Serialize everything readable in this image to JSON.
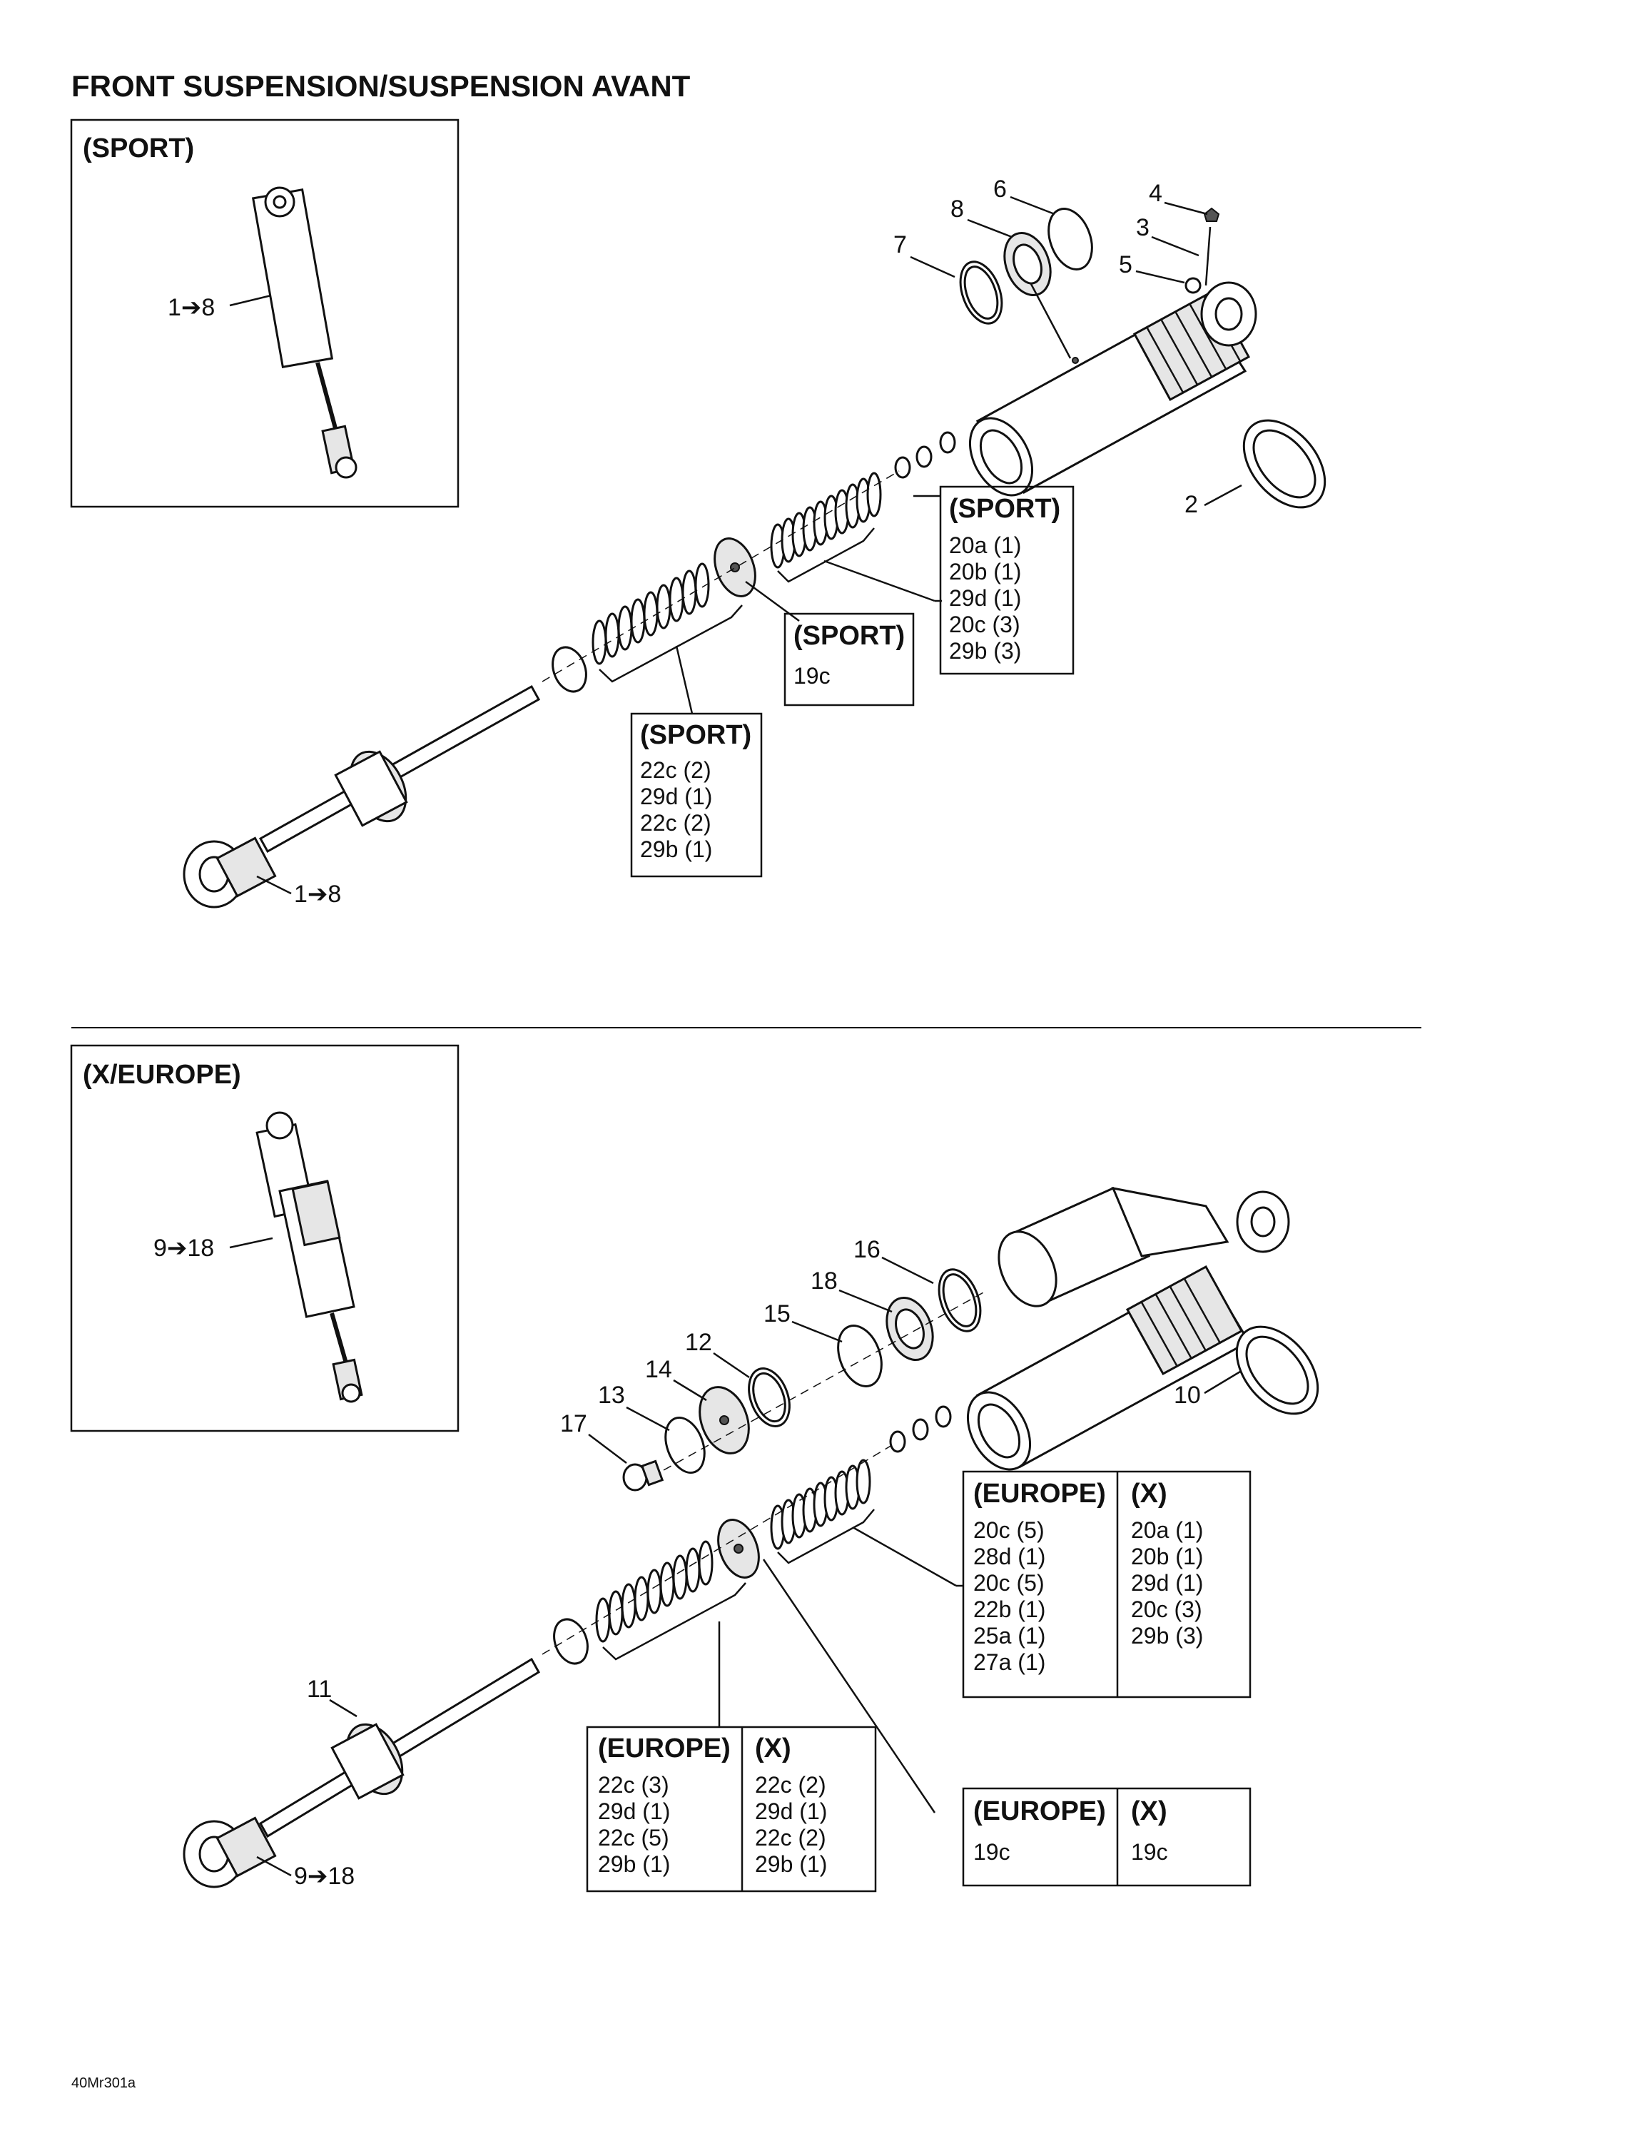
{
  "page": {
    "title": "FRONT SUSPENSION/SUSPENSION AVANT",
    "footer_code": "40Mr301a"
  },
  "sport_section": {
    "inset_title": "(SPORT)",
    "inset_label": "1➔8",
    "callouts": {
      "c1": "1➔8",
      "c2": "2",
      "c3": "3",
      "c4": "4",
      "c5": "5",
      "c6": "6",
      "c7": "7",
      "c8": "8"
    },
    "box_upper": {
      "header": "(SPORT)",
      "rows": [
        "20a (1)",
        "20b (1)",
        "29d (1)",
        "20c (3)",
        "29b (3)"
      ]
    },
    "box_piston": {
      "header": "(SPORT)",
      "rows": [
        "19c"
      ]
    },
    "box_lower": {
      "header": "(SPORT)",
      "rows": [
        "22c (2)",
        "29d (1)",
        "22c (2)",
        "29b (1)"
      ]
    }
  },
  "x_europe_section": {
    "inset_title": "(X/EUROPE)",
    "inset_label": "9➔18",
    "callouts": {
      "c9": "9➔18",
      "c10": "10",
      "c11": "11",
      "c12": "12",
      "c13": "13",
      "c14": "14",
      "c15": "15",
      "c16": "16",
      "c17": "17",
      "c18": "18"
    },
    "box_upper": {
      "header_left": "(EUROPE)",
      "header_right": "(X)",
      "rows_left": [
        "20c (5)",
        "28d (1)",
        "20c (5)",
        "22b (1)",
        "25a (1)",
        "27a (1)"
      ],
      "rows_right": [
        "20a (1)",
        "20b (1)",
        "29d (1)",
        "20c (3)",
        "29b (3)"
      ]
    },
    "box_lower": {
      "header_left": "(EUROPE)",
      "header_right": "(X)",
      "rows_left": [
        "22c (3)",
        "29d (1)",
        "22c (5)",
        "29b (1)"
      ],
      "rows_right": [
        "22c (2)",
        "29d (1)",
        "22c (2)",
        "29b (1)"
      ]
    },
    "box_piston": {
      "header_left": "(EUROPE)",
      "header_right": "(X)",
      "rows_left": [
        "19c"
      ],
      "rows_right": [
        "19c"
      ]
    }
  }
}
